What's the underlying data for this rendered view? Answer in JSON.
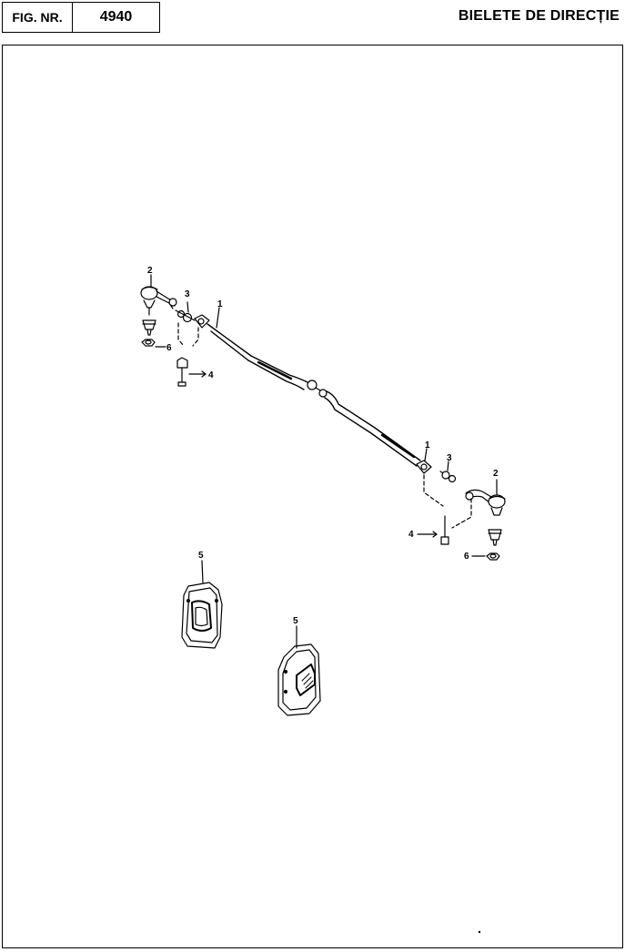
{
  "header": {
    "fig_label": "FIG. NR.",
    "fig_number": "4940",
    "title": "BIELETE DE DIRECȚIE"
  },
  "callouts": {
    "c1a": "1",
    "c1b": "1",
    "c2a": "2",
    "c2b": "2",
    "c3a": "3",
    "c3b": "3",
    "c4a": "4",
    "c4b": "4",
    "c5a": "5",
    "c5b": "5",
    "c6a": "6",
    "c6b": "6"
  }
}
